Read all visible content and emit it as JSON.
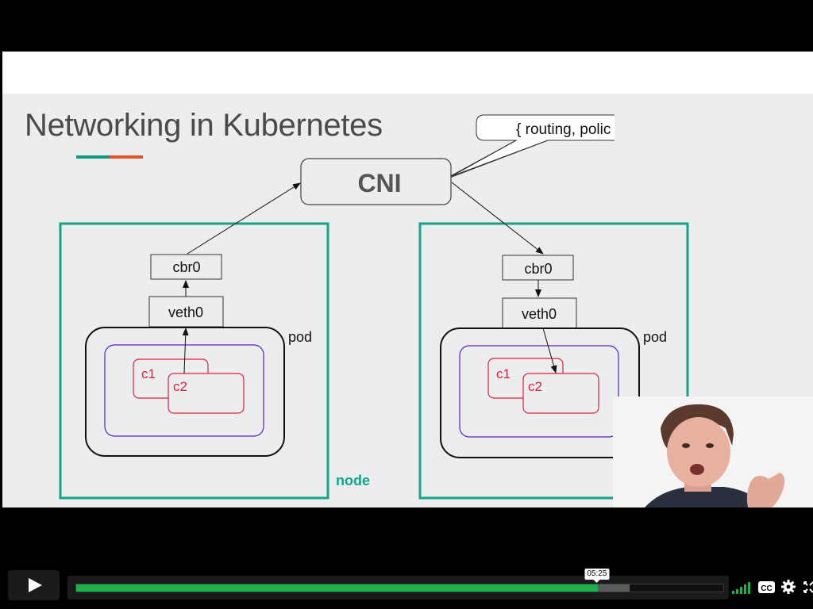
{
  "slide": {
    "title": "Networking in Kubernetes",
    "accent_colors": [
      "#0c9a82",
      "#e8502a"
    ],
    "cni_label": "CNI",
    "callout_text": "{ routing, polic",
    "node_label": "node",
    "left_node": {
      "bridge_label": "cbr0",
      "veth_label": "veth0",
      "pod_label": "pod",
      "container1_label": "c1",
      "container2_label": "c2"
    },
    "right_node": {
      "bridge_label": "cbr0",
      "veth_label": "veth0",
      "pod_label": "pod",
      "container1_label": "c1",
      "container2_label": "c2"
    },
    "colors": {
      "node_border": "#11a58a",
      "container": "#e0213f",
      "pod_inner": "#5b22c2",
      "text": "#222222",
      "background": "#ebedef"
    }
  },
  "controls": {
    "play_icon": "play-icon",
    "current_time": "05:25",
    "progress_fraction": 0.806,
    "buffered_fraction": 0.855,
    "progress_color": "#19b24b",
    "volume_icon": "volume-bars-icon",
    "cc_icon": "cc-icon",
    "cc_label": "CC",
    "settings_icon": "gear-icon",
    "fullscreen_icon": "fullscreen-icon"
  }
}
